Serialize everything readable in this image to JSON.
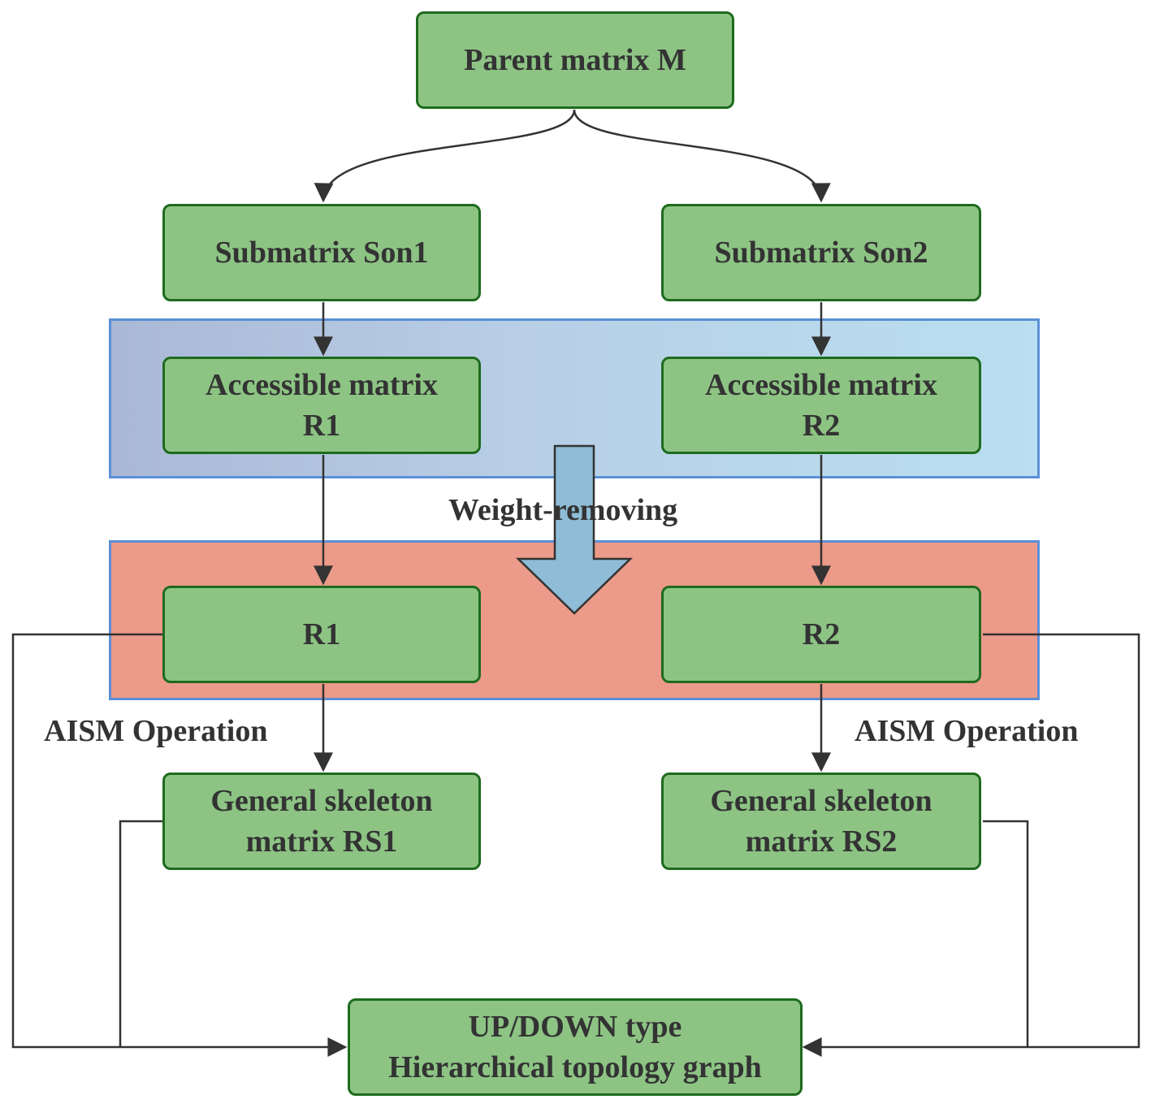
{
  "colors": {
    "node_fill": "#8dc484",
    "node_border": "#1e6b1e",
    "text": "#333333",
    "band_blue_border": "#5b8fd6",
    "band_red_fill": "#ec9a89",
    "arrow_fill": "#8fbcd6",
    "connector": "#333333"
  },
  "nodes": {
    "parent": "Parent matrix M",
    "son1": "Submatrix Son1",
    "son2": "Submatrix Son2",
    "acc1": [
      "Accessible matrix",
      "R1"
    ],
    "acc2": [
      "Accessible matrix",
      "R2"
    ],
    "r1": "R1",
    "r2": "R2",
    "rs1": [
      "General skeleton",
      "matrix RS1"
    ],
    "rs2": [
      "General skeleton",
      "matrix RS2"
    ],
    "result": [
      "UP/DOWN type",
      "Hierarchical topology graph"
    ]
  },
  "labels": {
    "weight_removing": "Weight-removing",
    "aism_left": "AISM Operation",
    "aism_right": "AISM Operation"
  }
}
